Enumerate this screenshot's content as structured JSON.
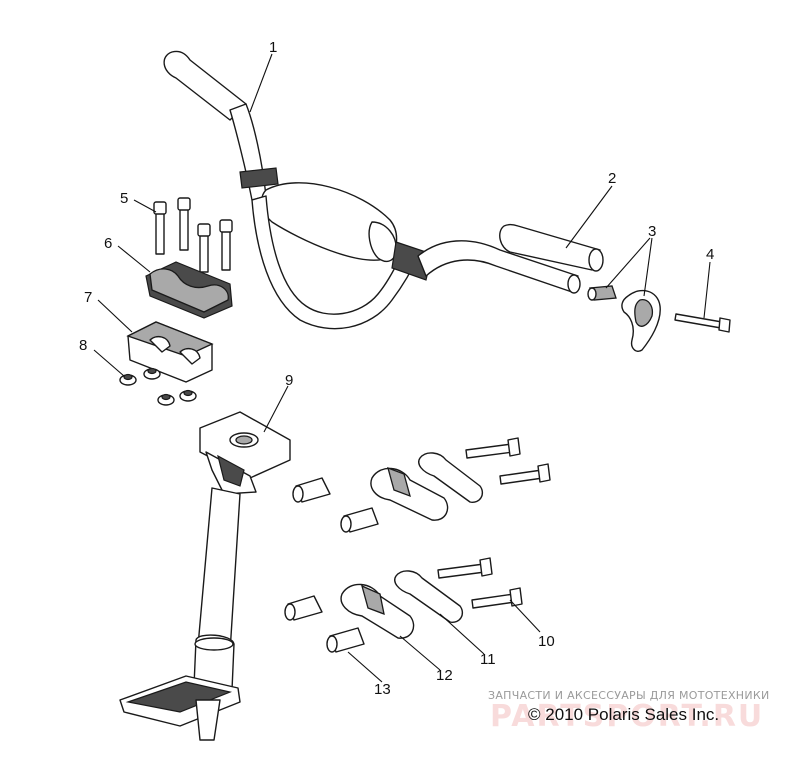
{
  "callouts": [
    {
      "id": "1",
      "label": "1"
    },
    {
      "id": "2",
      "label": "2"
    },
    {
      "id": "3",
      "label": "3"
    },
    {
      "id": "4",
      "label": "4"
    },
    {
      "id": "5",
      "label": "5"
    },
    {
      "id": "6",
      "label": "6"
    },
    {
      "id": "7",
      "label": "7"
    },
    {
      "id": "8",
      "label": "8"
    },
    {
      "id": "9",
      "label": "9"
    },
    {
      "id": "10",
      "label": "10"
    },
    {
      "id": "11",
      "label": "11"
    },
    {
      "id": "12",
      "label": "12"
    },
    {
      "id": "13",
      "label": "13"
    }
  ],
  "watermark": {
    "caption": "ЗАПЧАСТИ И АКСЕССУАРЫ ДЛЯ МОТОТЕХНИКИ",
    "logo_text": "PARTSPORT.RU",
    "color": "#de5a5a"
  },
  "copyright": "© 2010 Polaris Sales Inc."
}
